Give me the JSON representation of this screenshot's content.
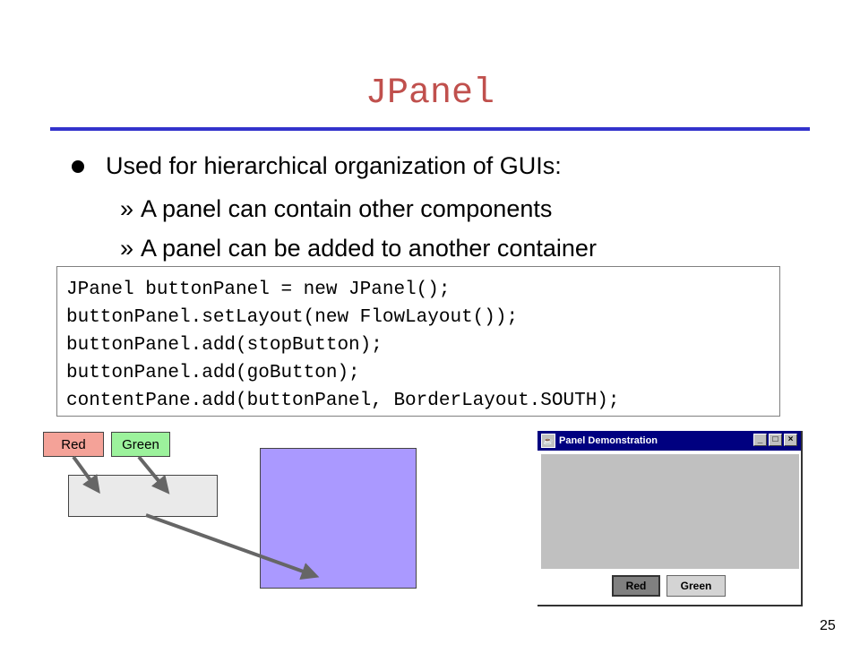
{
  "slide": {
    "title": "JPanel",
    "bullet": "Used for hierarchical organization of GUIs:",
    "subbullets": [
      {
        "mark": "»",
        "text": "A panel can contain other components"
      },
      {
        "mark": "»",
        "text": "A panel can be added to another container"
      }
    ],
    "code_lines": [
      "JPanel buttonPanel = new JPanel();",
      "buttonPanel.setLayout(new FlowLayout());",
      "buttonPanel.add(stopButton);",
      "buttonPanel.add(goButton);",
      "contentPane.add(buttonPanel, BorderLayout.SOUTH);"
    ],
    "page_number": "25"
  },
  "diagram": {
    "red_label": "Red",
    "green_label": "Green"
  },
  "window": {
    "title": "Panel Demonstration",
    "controls": [
      "_",
      "□",
      "×"
    ],
    "red_button": "Red",
    "green_button": "Green"
  },
  "colors": {
    "title": "#c0504d",
    "rule": "#3333cc",
    "big_panel": "#aa99ff",
    "red_button": "#f4a298",
    "green_button": "#9cf29c",
    "title_bar": "#000080"
  }
}
